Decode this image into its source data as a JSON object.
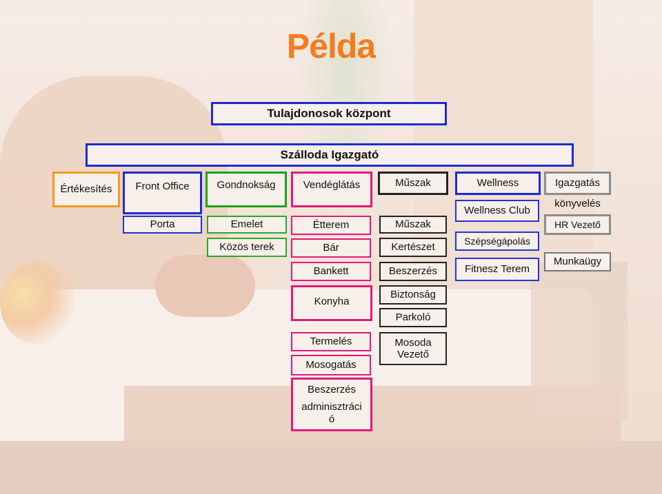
{
  "title": "Példa",
  "owners": "Tulajdonosok  központ",
  "director": "Szálloda Igazgató",
  "departments": {
    "sales": "Értékesítés",
    "front_office": "Front Office",
    "housekeeping": "Gondnokság",
    "catering": "Vendéglátás",
    "technical": "Műszak",
    "wellness": "Wellness",
    "management": "Igazgatás"
  },
  "front_office_units": [
    "Porta"
  ],
  "housekeeping_units": [
    "Emelet",
    "Közös terek"
  ],
  "catering_units": [
    "Étterem",
    "Bár",
    "Bankett",
    "Konyha",
    "Termelés",
    "Mosogatás",
    "Beszerzés",
    "adminisztráci ó"
  ],
  "technical_units": [
    "Műszak",
    "Kertészet",
    "Beszerzés",
    "Biztonság",
    "Parkoló",
    "Mosoda Vezető"
  ],
  "wellness_units": [
    "Wellness Club",
    "Szépségápolás",
    "Fitnesz Terem"
  ],
  "management_units": [
    "könyvelés",
    "HR   Vezető",
    "Munkaügy"
  ]
}
